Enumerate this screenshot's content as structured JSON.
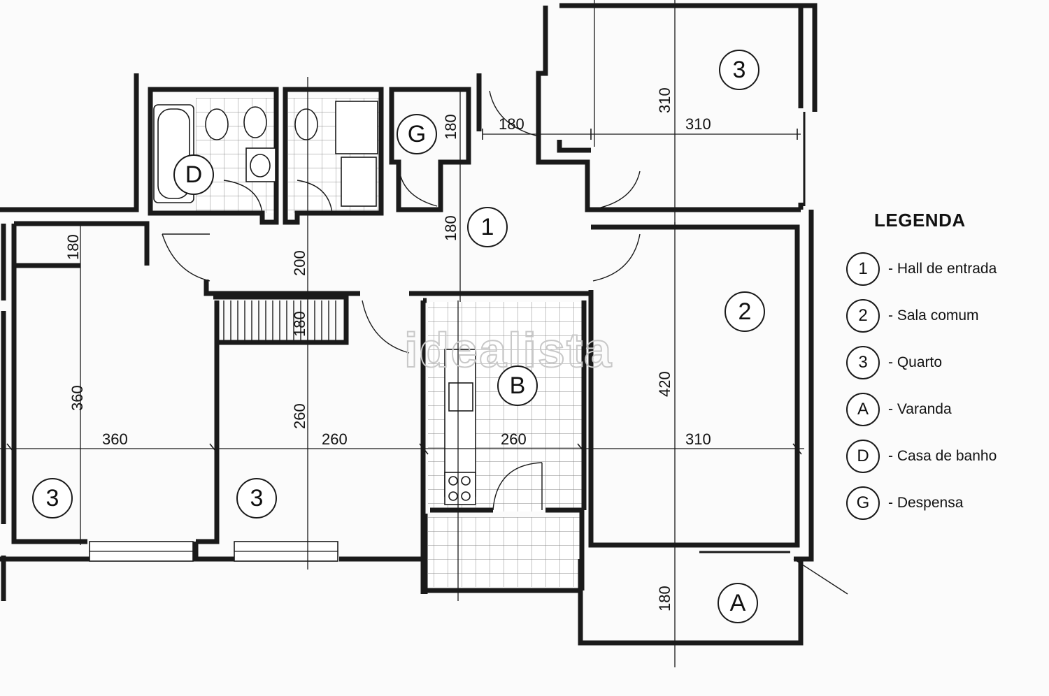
{
  "dimensions": {
    "d180_store": "180",
    "d180_hall_top": "180",
    "d310_bedroom_top_h": "310",
    "d310_bedroom_top_v": "310",
    "d180_hall_v": "180",
    "d180_left_top": "180",
    "d200_corridor": "200",
    "d180_corridor_low": "180",
    "d360_left_v": "360",
    "d360_left_h": "360",
    "d260_mid_v": "260",
    "d260_mid_h": "260",
    "d260_kitchen": "260",
    "d420_living": "420",
    "d310_living": "310",
    "d180_balcony": "180"
  },
  "rooms": {
    "hall": "1",
    "bedroom_top": "3",
    "living": "2",
    "balcony": "A",
    "bathroom": "D",
    "pantry": "G",
    "kitchen": "B",
    "bedroom_left": "3",
    "bedroom_mid": "3"
  },
  "watermark": "idealista",
  "legend": {
    "title": "LEGENDA",
    "items": [
      {
        "key": "1",
        "label": "- Hall de entrada"
      },
      {
        "key": "2",
        "label": "- Sala comum"
      },
      {
        "key": "3",
        "label": "- Quarto"
      },
      {
        "key": "A",
        "label": "- Varanda"
      },
      {
        "key": "D",
        "label": "- Casa de banho"
      },
      {
        "key": "G",
        "label": "- Despensa"
      }
    ]
  }
}
